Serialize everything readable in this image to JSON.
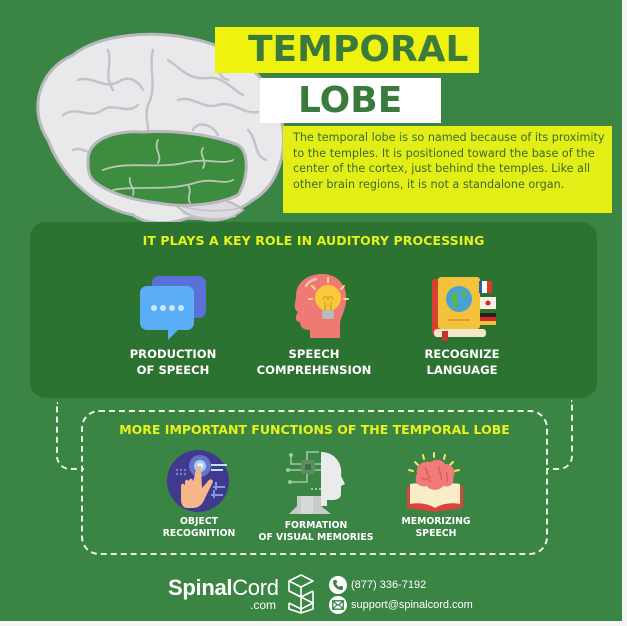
{
  "header": {
    "title_line1": "TEMPORAL",
    "title_line2": "LOBE",
    "description": "The temporal lobe is so named because of its proximity to the temples. It is positioned toward the base of the center of the cortex, just behind the temples. Like all other brain regions, it is not a standalone organ."
  },
  "panel1": {
    "title": "IT PLAYS A KEY ROLE IN AUDITORY PROCESSING",
    "items": [
      {
        "icon": "speech-bubbles-icon",
        "line1": "PRODUCTION",
        "line2": "OF SPEECH"
      },
      {
        "icon": "head-lightbulb-icon",
        "line1": "SPEECH",
        "line2": "COMPREHENSION"
      },
      {
        "icon": "language-book-flags-icon",
        "line1": "RECOGNIZE",
        "line2": "LANGUAGE"
      }
    ]
  },
  "panel2": {
    "title": "MORE IMPORTANT FUNCTIONS OF THE TEMPORAL LOBE",
    "items": [
      {
        "icon": "finger-touch-icon",
        "line1": "OBJECT",
        "line2": "RECOGNITION"
      },
      {
        "icon": "circuit-head-icon",
        "line1": "FORMATION",
        "line2": "OF VISUAL MEMORIES"
      },
      {
        "icon": "brain-book-icon",
        "line1": "MEMORIZING",
        "line2": "SPEECH"
      }
    ]
  },
  "footer": {
    "brand_bold": "Spinal",
    "brand_regular": "Cord",
    "brand_suffix": ".com",
    "phone": "(877) 336-7192",
    "email": "support@spinalcord.com"
  },
  "colors": {
    "background": "#3a8444",
    "panel": "#2c7231",
    "accent_yellow": "#e9f21b",
    "title_green": "#3a7b3d"
  }
}
